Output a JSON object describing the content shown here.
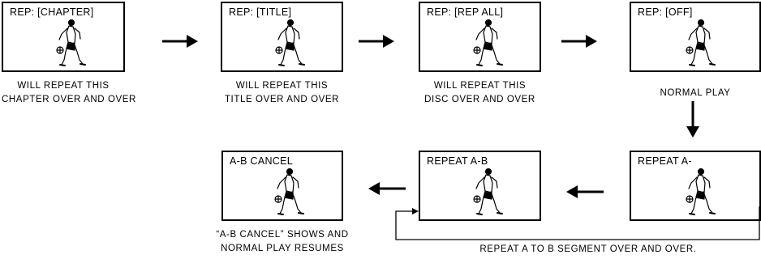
{
  "screens": [
    {
      "id": "chapter",
      "label": "REP: [CHAPTER]"
    },
    {
      "id": "title",
      "label": "REP: [TITLE]"
    },
    {
      "id": "rep-all",
      "label": "REP: [REP ALL]"
    },
    {
      "id": "off",
      "label": "REP: [OFF]"
    },
    {
      "id": "repeat-a",
      "label": "REPEAT A-"
    },
    {
      "id": "repeat-ab",
      "label": "REPEAT A-B"
    },
    {
      "id": "ab-cancel",
      "label": "A-B CANCEL"
    }
  ],
  "captions": {
    "chapter": [
      "WILL REPEAT THIS",
      "CHAPTER OVER AND OVER"
    ],
    "title": [
      "WILL REPEAT THIS",
      "TITLE OVER AND OVER"
    ],
    "rep_all": [
      "WILL REPEAT THIS",
      "DISC OVER AND OVER"
    ],
    "off": [
      "NORMAL PLAY"
    ],
    "segment": [
      "REPEAT A TO B SEGMENT OVER AND OVER."
    ],
    "cancel": [
      "“A-B CANCEL” SHOWS AND",
      "NORMAL PLAY RESUMES"
    ]
  },
  "icons": {
    "screen_picture": "basketball-player-dribbling"
  }
}
